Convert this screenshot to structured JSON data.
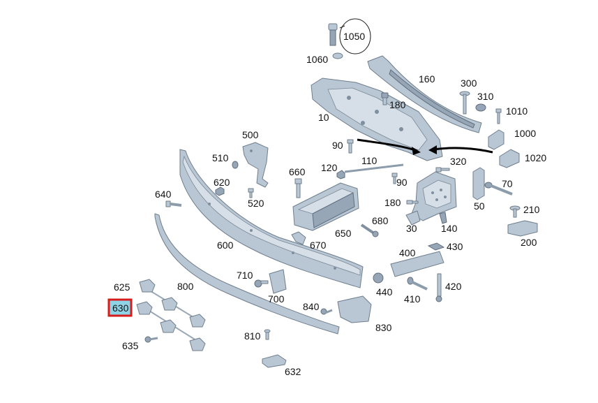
{
  "colors": {
    "background": "#ffffff",
    "part_fill": "#b9c6d3",
    "highlight_fill": "#8fd3e6",
    "highlight_border": "#d81b1b"
  },
  "highlighted_callout": "630",
  "callouts": {
    "c1050": "1050",
    "c1060": "1060",
    "c160": "160",
    "c300": "300",
    "c310": "310",
    "c180": "180",
    "c1010": "1010",
    "c10": "10",
    "c1000": "1000",
    "c90a": "90",
    "c1020": "1020",
    "c500": "500",
    "c510": "510",
    "c120": "120",
    "c110": "110",
    "c320": "320",
    "c660": "660",
    "c620": "620",
    "c90b": "90",
    "c70": "70",
    "c520": "520",
    "c640": "640",
    "c180b": "180",
    "c50": "50",
    "c210": "210",
    "c680": "680",
    "c30": "30",
    "c140": "140",
    "c650": "650",
    "c200": "200",
    "c670": "670",
    "c600": "600",
    "c430": "430",
    "c400": "400",
    "c710": "710",
    "c440": "440",
    "c420": "420",
    "c625": "625",
    "c800": "800",
    "c410": "410",
    "c700": "700",
    "c630": "630",
    "c840": "840",
    "c830": "830",
    "c810": "810",
    "c635": "635",
    "c632": "632"
  }
}
